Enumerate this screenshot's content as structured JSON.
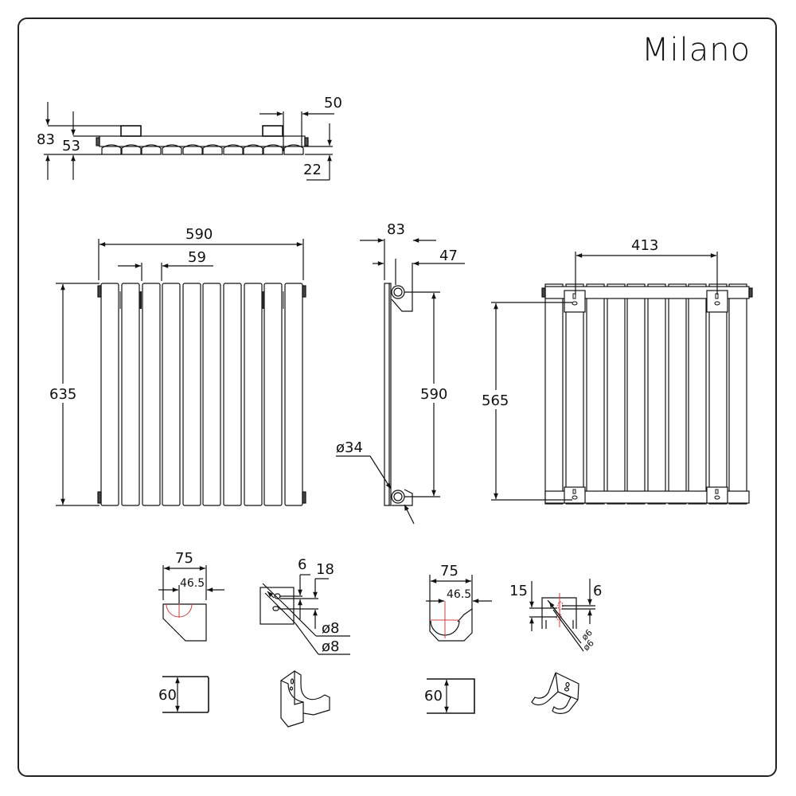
{
  "brand": {
    "name": "Milano"
  },
  "top_view": {
    "dims": {
      "overall_depth": "83",
      "body_depth": "53",
      "offset_right": "50",
      "bottom_gap": "22"
    },
    "section_count": 10
  },
  "front_view": {
    "dims": {
      "overall_width": "590",
      "section_pitch": "59",
      "overall_height": "635"
    },
    "section_count": 10
  },
  "side_view": {
    "dims": {
      "depth_overall": "83",
      "pipe_offset": "47",
      "pipe_centers": "590",
      "pipe_diameter": "ø34"
    }
  },
  "rear_view": {
    "dims": {
      "bracket_spacing": "413",
      "bracket_vertical": "565"
    },
    "section_count": 10
  },
  "bracket_a": {
    "dims": {
      "width": "75",
      "inner": "46.5",
      "hole_offset": "6",
      "hole_spacing": "18",
      "hole_dia_1": "ø8",
      "hole_dia_2": "ø8",
      "height": "60"
    }
  },
  "bracket_b": {
    "dims": {
      "width": "75",
      "inner": "46.5",
      "hole_spacing": "15",
      "hole_offset": "6",
      "hole_dia_1": "ø6",
      "hole_dia_2": "ø6",
      "height": "60"
    }
  },
  "colors": {
    "line": "#111111",
    "center_line": "#d04040",
    "frame": "#222222"
  }
}
